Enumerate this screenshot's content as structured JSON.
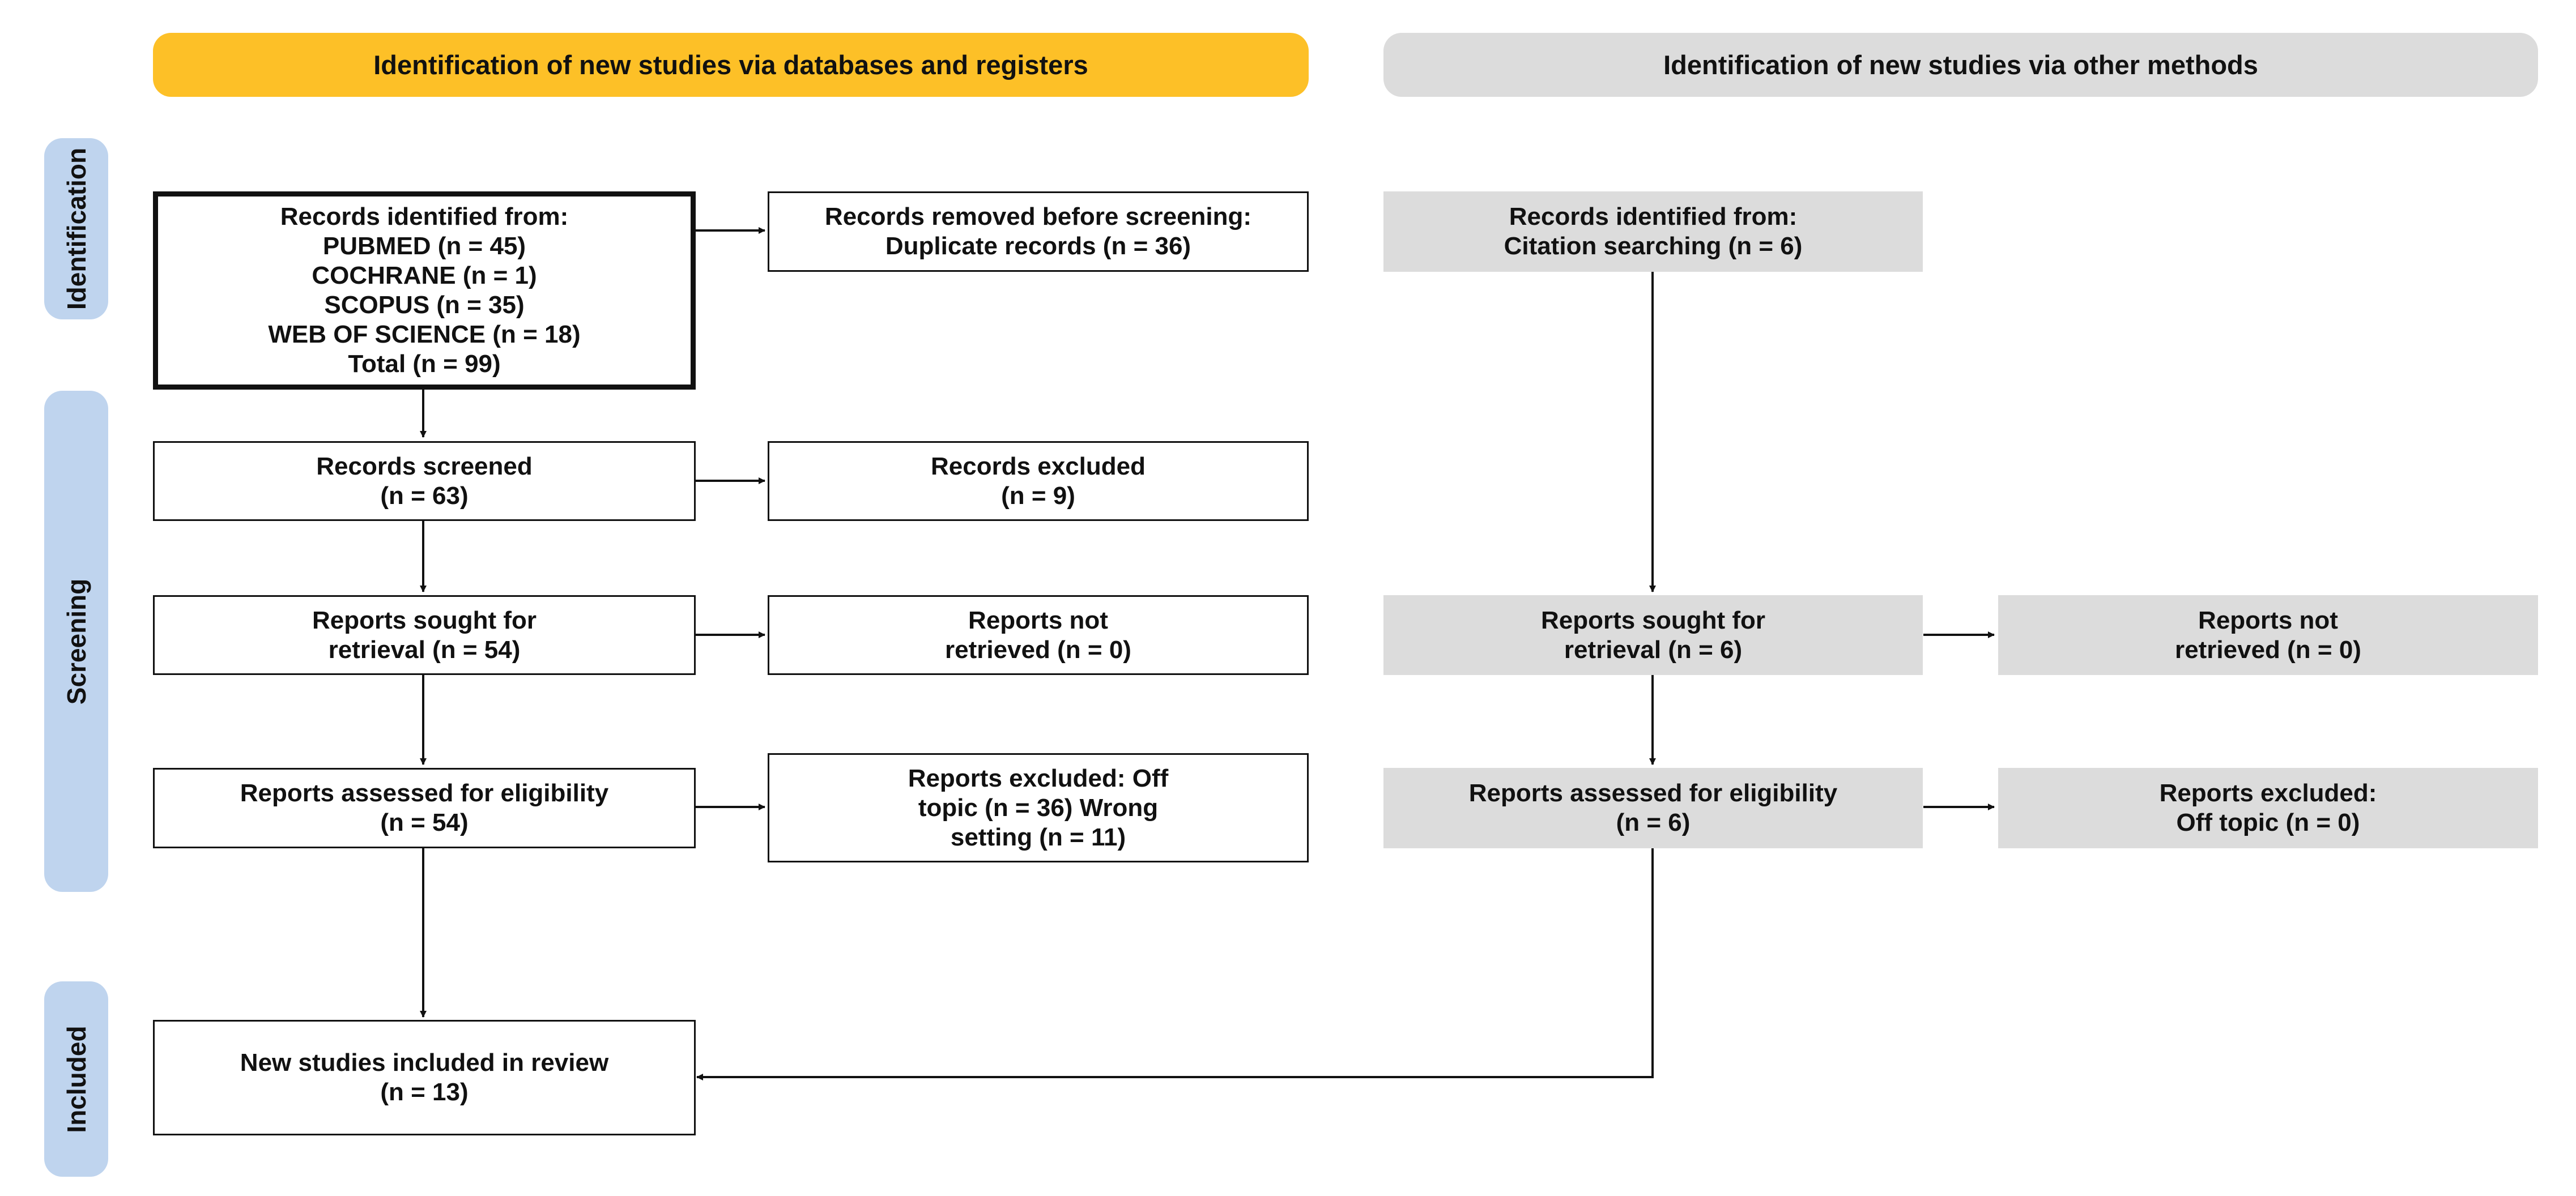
{
  "colors": {
    "db_banner": "#FDC027",
    "other_banner": "#DCDCDC",
    "phase_tab": "#BFD4EE",
    "gray_box": "#DCDCDC",
    "arrow": "#111111"
  },
  "banners": {
    "databases": "Identification of new studies via databases and registers",
    "other_methods": "Identification of new studies via other methods"
  },
  "phases": {
    "identification": "Identification",
    "screening": "Screening",
    "included": "Included"
  },
  "db": {
    "records_identified": {
      "title": "Records identified from:",
      "lines": [
        "PUBMED (n = 45)",
        "COCHRANE (n = 1)",
        "SCOPUS (n = 35)",
        "WEB OF SCIENCE (n = 18)",
        "Total (n = 99)"
      ]
    },
    "records_removed": {
      "lines": [
        "Records removed before screening:",
        "Duplicate records (n = 36)"
      ]
    },
    "records_screened": {
      "lines": [
        "Records screened",
        "(n = 63)"
      ]
    },
    "records_excluded": {
      "lines": [
        "Records excluded",
        "(n = 9)"
      ]
    },
    "reports_sought": {
      "lines": [
        "Reports sought for",
        "retrieval (n = 54)"
      ]
    },
    "reports_not_retrieved": {
      "lines": [
        "Reports not",
        "retrieved (n = 0)"
      ]
    },
    "reports_assessed": {
      "lines": [
        "Reports assessed for eligibility",
        "(n = 54)"
      ]
    },
    "reports_excluded": {
      "lines": [
        "Reports excluded: Off",
        "topic (n =  36) Wrong",
        "setting (n =  11)"
      ]
    },
    "included": {
      "lines": [
        "New studies included in review",
        "(n = 13)"
      ]
    }
  },
  "other": {
    "records_identified": {
      "lines": [
        "Records identified from:",
        "Citation searching (n = 6)"
      ]
    },
    "reports_sought": {
      "lines": [
        "Reports sought for",
        "retrieval (n = 6)"
      ]
    },
    "reports_not_retrieved": {
      "lines": [
        "Reports not",
        "retrieved (n = 0)"
      ]
    },
    "reports_assessed": {
      "lines": [
        "Reports assessed for eligibility",
        "(n = 6)"
      ]
    },
    "reports_excluded": {
      "lines": [
        "Reports excluded:",
        "Off topic (n =  0)"
      ]
    }
  }
}
